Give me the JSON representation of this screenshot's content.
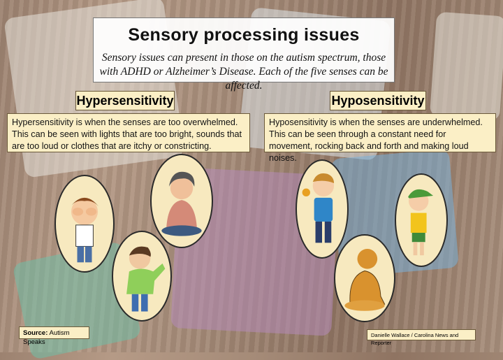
{
  "header": {
    "title": "Sensory processing issues",
    "subtitle": "Sensory issues can present in those on the autism spectrum, those with ADHD or Alzheimer’s Disease. Each of the five senses can be affected."
  },
  "hypersensitivity": {
    "label": "Hypersensitivity",
    "description": "Hypersensitivity is when the senses are too overwhelmed. This can be seen with lights that are too bright, sounds that are too loud or clothes that are itchy or constricting."
  },
  "hyposensitivity": {
    "label": "Hyposensitivity",
    "description": "Hyposensitivity is when the senses are underwhelmed. This can be seen through a constant need for movement, rocking back and forth and making loud noises."
  },
  "footer": {
    "source_label": "Source:",
    "source_value": "Autism Speaks",
    "credit": "Danielle Wallace / Carolina News and Reporter"
  },
  "colors": {
    "box_fill": "#fbefc6",
    "oval_fill": "#f7e9bf"
  }
}
